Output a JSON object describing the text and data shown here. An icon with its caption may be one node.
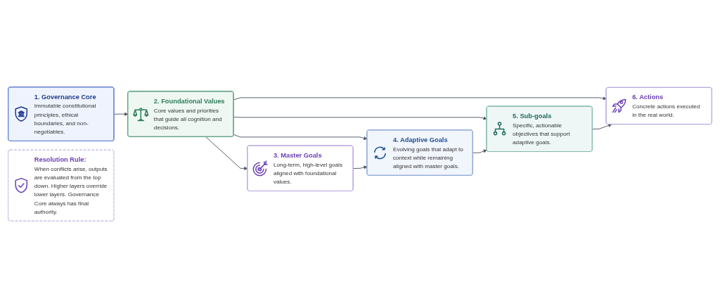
{
  "diagram": {
    "nodes": [
      {
        "text": [
          "1. Governance Core",
          "Immutable constitutional principles, ethical boundaries, and non-negotiables."
        ]
      },
      {
        "text": [
          "2. Foundational Values",
          "Core values and priorities that guide all cognition and decisions."
        ]
      },
      {
        "text": [
          "3. Master Goals",
          "Long-term, high-level goals aligned with foundational values."
        ]
      },
      {
        "text": [
          "4. Adaptive Goals",
          "Evolving goals that adapt to context while remaining aligned with master goals."
        ]
      },
      {
        "text": [
          "5. Sub-goals",
          "Specific, actionable objectives that support adaptive goals."
        ]
      },
      {
        "text": [
          "6. Actions",
          "Concrete actions executed in the real world."
        ]
      },
      {
        "text": [
          "Resolution Rule:",
          "When conflicts arise, outputs are evaluated from the top down. Higher layers override lower layers. Governance Core always has final authority."
        ]
      }
    ],
    "edges": [
      {
        "from": 0,
        "to": 1,
        "arrow": "to"
      },
      {
        "from": 1,
        "to": 2,
        "arrow": "to"
      },
      {
        "from": 1,
        "to": 3,
        "arrow": "to"
      },
      {
        "from": 1,
        "to": 4,
        "arrow": "to"
      },
      {
        "from": 1,
        "to": 5,
        "arrow": "to"
      },
      {
        "from": 2,
        "to": 3,
        "arrow": "to"
      },
      {
        "from": 3,
        "to": 4,
        "arrow": "to"
      },
      {
        "from": 4,
        "to": 5,
        "arrow": "to"
      }
    ]
  }
}
